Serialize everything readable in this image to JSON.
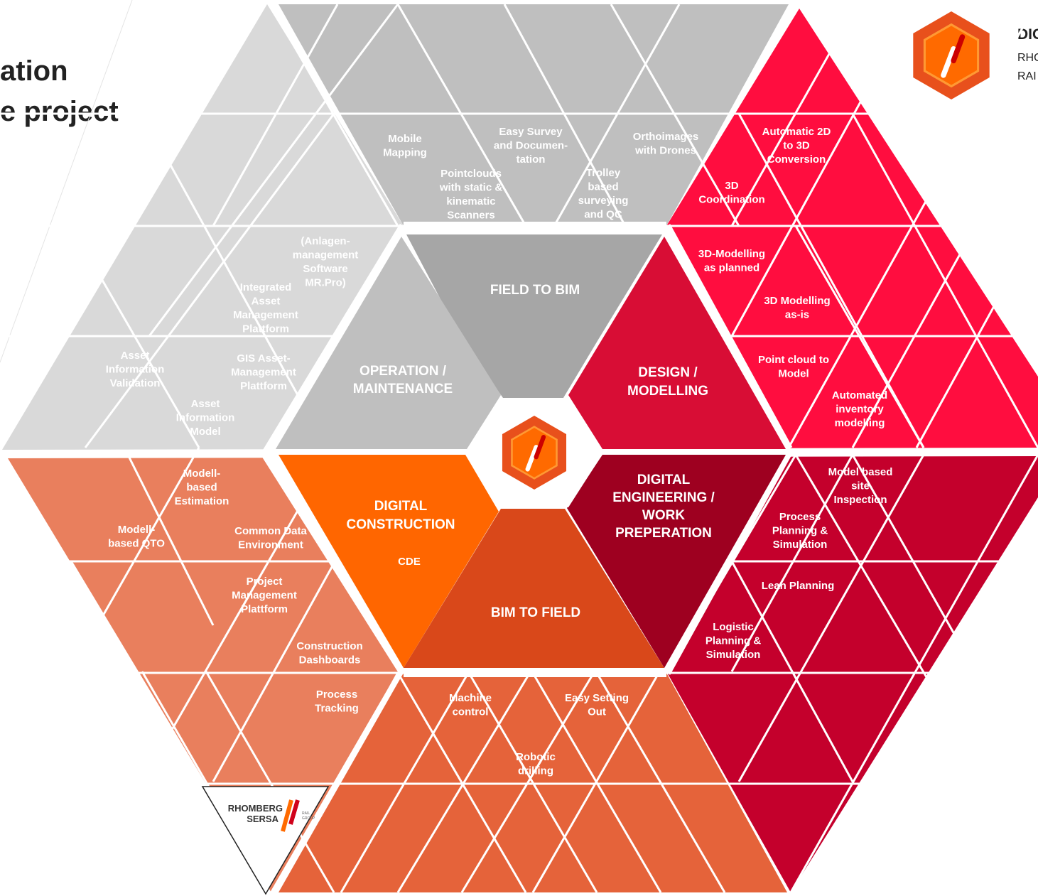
{
  "colors": {
    "grey_light": "#d9d9d9",
    "grey_mid": "#bfbfbf",
    "grey_dark": "#a6a6a6",
    "red": "#ff0d3f",
    "red_dark": "#d80d35",
    "maroon": "#9e0020",
    "crimson": "#c4002c",
    "orange": "#ff6600",
    "orange_red": "#d9481a",
    "salmon": "#e97f5d",
    "orange_soft": "#e5633a"
  },
  "header": {
    "title_line1": "ation",
    "title_line2": "e project",
    "brand_title": "DIG",
    "brand_line1": "RHO",
    "brand_line2": "RAI"
  },
  "core": {
    "field_to_bim": "FIELD TO BIM",
    "operation": [
      "OPERATION /",
      "MAINTENANCE"
    ],
    "design": [
      "DESIGN /",
      "MODELLING"
    ],
    "digital_construction": [
      "DIGITAL",
      "CONSTRUCTION"
    ],
    "cde": "CDE",
    "bim_to_field": "BIM  TO FIELD",
    "digital_engineering": [
      "DIGITAL",
      "ENGINEERING /",
      "WORK",
      "PREPERATION"
    ]
  },
  "tiles": {
    "mobile_mapping": [
      "Mobile",
      "Mapping"
    ],
    "easy_survey": [
      "Easy Survey",
      "and Documen-",
      "tation"
    ],
    "orthoimages": [
      "Orthoimages",
      "with Drones"
    ],
    "pointclouds": [
      "Pointclouds",
      "with static &",
      "kinematic",
      "Scanners"
    ],
    "trolley": [
      "Trolley",
      "based",
      "surveying",
      "and QC"
    ],
    "auto_2d3d": [
      "Automatic 2D",
      "to 3D",
      "Conversion"
    ],
    "coord_3d": [
      "3D",
      "Coordination"
    ],
    "modelling_planned": [
      "3D-Modelling",
      "as planned"
    ],
    "modelling_asis": [
      "3D Modelling",
      "as-is"
    ],
    "pointcloud_model": [
      "Point cloud to",
      "Model"
    ],
    "inventory": [
      "Automated",
      "inventory",
      "modelling"
    ],
    "anlagen": [
      "(Anlagen-",
      "management",
      "Software",
      "MR.Pro)"
    ],
    "integrated_asset": [
      "Integrated",
      "Asset",
      "Management",
      "Plattform"
    ],
    "asset_validation": [
      "Asset",
      "Information",
      "Validation"
    ],
    "gis_asset": [
      "GIS Asset-",
      "Management",
      "Plattform"
    ],
    "asset_model": [
      "Asset",
      "Information",
      "Model"
    ],
    "modell_estimation": [
      "Modell-",
      "based",
      "Estimation"
    ],
    "modell_qto": [
      "Modell-",
      "based QTO"
    ],
    "cde_env": [
      "Common Data",
      "Environment"
    ],
    "project_mgmt": [
      "Project",
      "Management",
      "Plattform"
    ],
    "dashboards": [
      "Construction",
      "Dashboards"
    ],
    "process_tracking": [
      "Process",
      "Tracking"
    ],
    "site_inspection": [
      "Model based",
      "site",
      "Inspection"
    ],
    "process_planning": [
      "Process",
      "Planning &",
      "Simulation"
    ],
    "lean_planning": [
      "Lean Planning"
    ],
    "logistic": [
      "Logistic",
      "Planning &",
      "Simulation"
    ],
    "machine_control": [
      "Machine",
      "control"
    ],
    "easy_setting": [
      "Easy Setting",
      "Out"
    ],
    "robotic": [
      "Robotic",
      "drilling"
    ]
  },
  "logo": {
    "icon": "rhomberg-hexagon-slash-icon",
    "company_line1": "RHOMBERG",
    "company_line2": "SERSA",
    "group_line1": "RAIL",
    "group_line2": "GROUP"
  }
}
